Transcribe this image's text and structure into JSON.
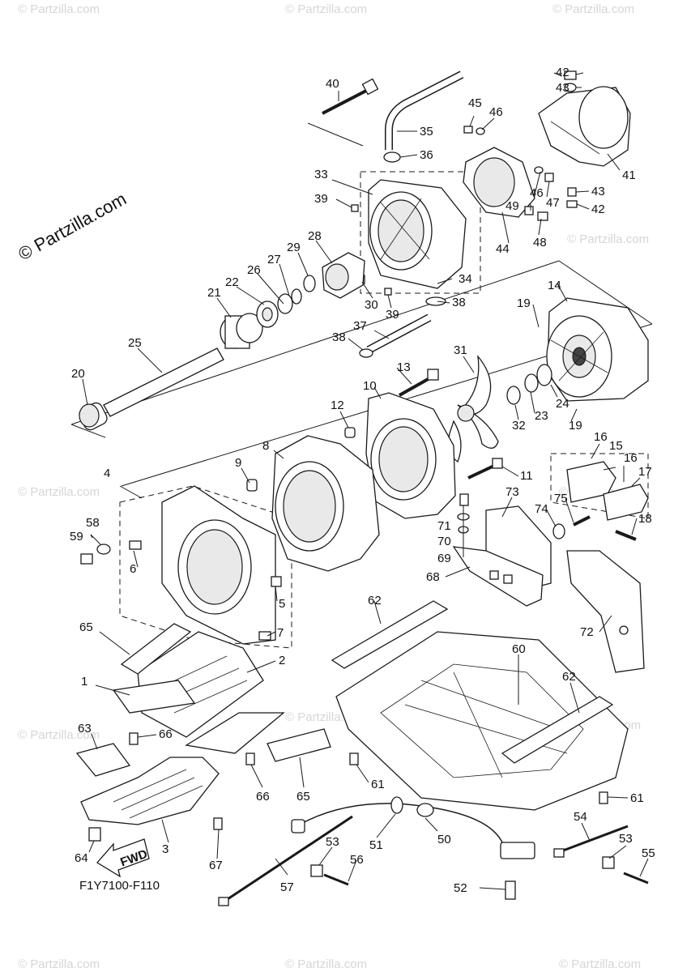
{
  "diagram": {
    "copyright": "© Partzilla.com",
    "watermark_text": "© Partzilla.com",
    "figure_code": "F1Y7100-F110",
    "fwd_label": "FWD",
    "labels": [
      {
        "id": "1",
        "text": "1"
      },
      {
        "id": "2",
        "text": "2"
      },
      {
        "id": "3",
        "text": "3"
      },
      {
        "id": "4",
        "text": "4"
      },
      {
        "id": "5",
        "text": "5"
      },
      {
        "id": "6",
        "text": "6"
      },
      {
        "id": "7",
        "text": "7"
      },
      {
        "id": "8",
        "text": "8"
      },
      {
        "id": "9",
        "text": "9"
      },
      {
        "id": "10",
        "text": "10"
      },
      {
        "id": "11",
        "text": "11"
      },
      {
        "id": "12",
        "text": "12"
      },
      {
        "id": "13",
        "text": "13"
      },
      {
        "id": "14",
        "text": "14"
      },
      {
        "id": "15",
        "text": "15"
      },
      {
        "id": "16a",
        "text": "16"
      },
      {
        "id": "16b",
        "text": "16"
      },
      {
        "id": "17",
        "text": "17"
      },
      {
        "id": "18",
        "text": "18"
      },
      {
        "id": "19a",
        "text": "19"
      },
      {
        "id": "19b",
        "text": "19"
      },
      {
        "id": "20",
        "text": "20"
      },
      {
        "id": "21",
        "text": "21"
      },
      {
        "id": "22",
        "text": "22"
      },
      {
        "id": "23",
        "text": "23"
      },
      {
        "id": "24",
        "text": "24"
      },
      {
        "id": "25",
        "text": "25"
      },
      {
        "id": "26",
        "text": "26"
      },
      {
        "id": "27",
        "text": "27"
      },
      {
        "id": "28",
        "text": "28"
      },
      {
        "id": "29",
        "text": "29"
      },
      {
        "id": "30",
        "text": "30"
      },
      {
        "id": "31",
        "text": "31"
      },
      {
        "id": "32",
        "text": "32"
      },
      {
        "id": "33",
        "text": "33"
      },
      {
        "id": "34",
        "text": "34"
      },
      {
        "id": "35",
        "text": "35"
      },
      {
        "id": "36",
        "text": "36"
      },
      {
        "id": "37",
        "text": "37"
      },
      {
        "id": "38a",
        "text": "38"
      },
      {
        "id": "38b",
        "text": "38"
      },
      {
        "id": "39a",
        "text": "39"
      },
      {
        "id": "39b",
        "text": "39"
      },
      {
        "id": "40",
        "text": "40"
      },
      {
        "id": "41",
        "text": "41"
      },
      {
        "id": "42a",
        "text": "42"
      },
      {
        "id": "42b",
        "text": "42"
      },
      {
        "id": "43a",
        "text": "43"
      },
      {
        "id": "43b",
        "text": "43"
      },
      {
        "id": "44",
        "text": "44"
      },
      {
        "id": "45",
        "text": "45"
      },
      {
        "id": "46a",
        "text": "46"
      },
      {
        "id": "46b",
        "text": "46"
      },
      {
        "id": "47",
        "text": "47"
      },
      {
        "id": "48",
        "text": "48"
      },
      {
        "id": "49",
        "text": "49"
      },
      {
        "id": "50",
        "text": "50"
      },
      {
        "id": "51",
        "text": "51"
      },
      {
        "id": "52",
        "text": "52"
      },
      {
        "id": "53a",
        "text": "53"
      },
      {
        "id": "53b",
        "text": "53"
      },
      {
        "id": "54",
        "text": "54"
      },
      {
        "id": "55",
        "text": "55"
      },
      {
        "id": "56",
        "text": "56"
      },
      {
        "id": "57",
        "text": "57"
      },
      {
        "id": "58",
        "text": "58"
      },
      {
        "id": "59",
        "text": "59"
      },
      {
        "id": "60",
        "text": "60"
      },
      {
        "id": "61a",
        "text": "61"
      },
      {
        "id": "61b",
        "text": "61"
      },
      {
        "id": "62a",
        "text": "62"
      },
      {
        "id": "62b",
        "text": "62"
      },
      {
        "id": "63",
        "text": "63"
      },
      {
        "id": "64",
        "text": "64"
      },
      {
        "id": "65a",
        "text": "65"
      },
      {
        "id": "65b",
        "text": "65"
      },
      {
        "id": "66a",
        "text": "66"
      },
      {
        "id": "66b",
        "text": "66"
      },
      {
        "id": "67",
        "text": "67"
      },
      {
        "id": "68",
        "text": "68"
      },
      {
        "id": "69",
        "text": "69"
      },
      {
        "id": "70",
        "text": "70"
      },
      {
        "id": "71",
        "text": "71"
      },
      {
        "id": "72",
        "text": "72"
      },
      {
        "id": "73",
        "text": "73"
      },
      {
        "id": "74",
        "text": "74"
      },
      {
        "id": "75",
        "text": "75"
      }
    ]
  }
}
